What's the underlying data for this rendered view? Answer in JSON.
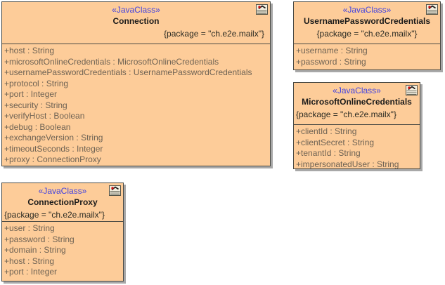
{
  "theme": {
    "colors": {
      "canvas-bg": "#FFFFFF",
      "box-fill": "#FDCC99",
      "box-border": "#4A4A44",
      "box-shadow": "#A8A8A8",
      "stereotype-color": "#4343DF",
      "name-color": "#1A1A1A",
      "package-color": "#2B2B23",
      "attr-color": "#6F6354"
    },
    "icons": {
      "corner_decorator": "class-icon"
    }
  },
  "classes": [
    {
      "id": "connection",
      "stereotype": "«JavaClass»",
      "name": "Connection",
      "package": "{package = \"ch.e2e.mailx\"}",
      "attributes": [
        "+host : String",
        "+microsoftOnlineCredentials : MicrosoftOnlineCredentials",
        "+usernamePasswordCredentials : UsernamePasswordCredentials",
        "+protocol : String",
        "+port : Integer",
        "+security : String",
        "+verifyHost : Boolean",
        "+debug : Boolean",
        "+exchangeVersion : String",
        "+timeoutSeconds : Integer",
        "+proxy : ConnectionProxy"
      ]
    },
    {
      "id": "username-password-credentials",
      "stereotype": "«JavaClass»",
      "name": "UsernamePasswordCredentials",
      "package": "{package = \"ch.e2e.mailx\"}",
      "attributes": [
        "+username : String",
        "+password : String"
      ]
    },
    {
      "id": "microsoft-online-credentials",
      "stereotype": "«JavaClass»",
      "name": "MicrosoftOnlineCredentials",
      "package": "{package = \"ch.e2e.mailx\"}",
      "attributes": [
        "+clientId : String",
        "+clientSecret : String",
        "+tenantId : String",
        "+impersonatedUser : String"
      ]
    },
    {
      "id": "connection-proxy",
      "stereotype": "«JavaClass»",
      "name": "ConnectionProxy",
      "package": "{package = \"ch.e2e.mailx\"}",
      "attributes": [
        "+user : String",
        "+password : String",
        "+domain : String",
        "+host : String",
        "+port : Integer"
      ]
    }
  ]
}
